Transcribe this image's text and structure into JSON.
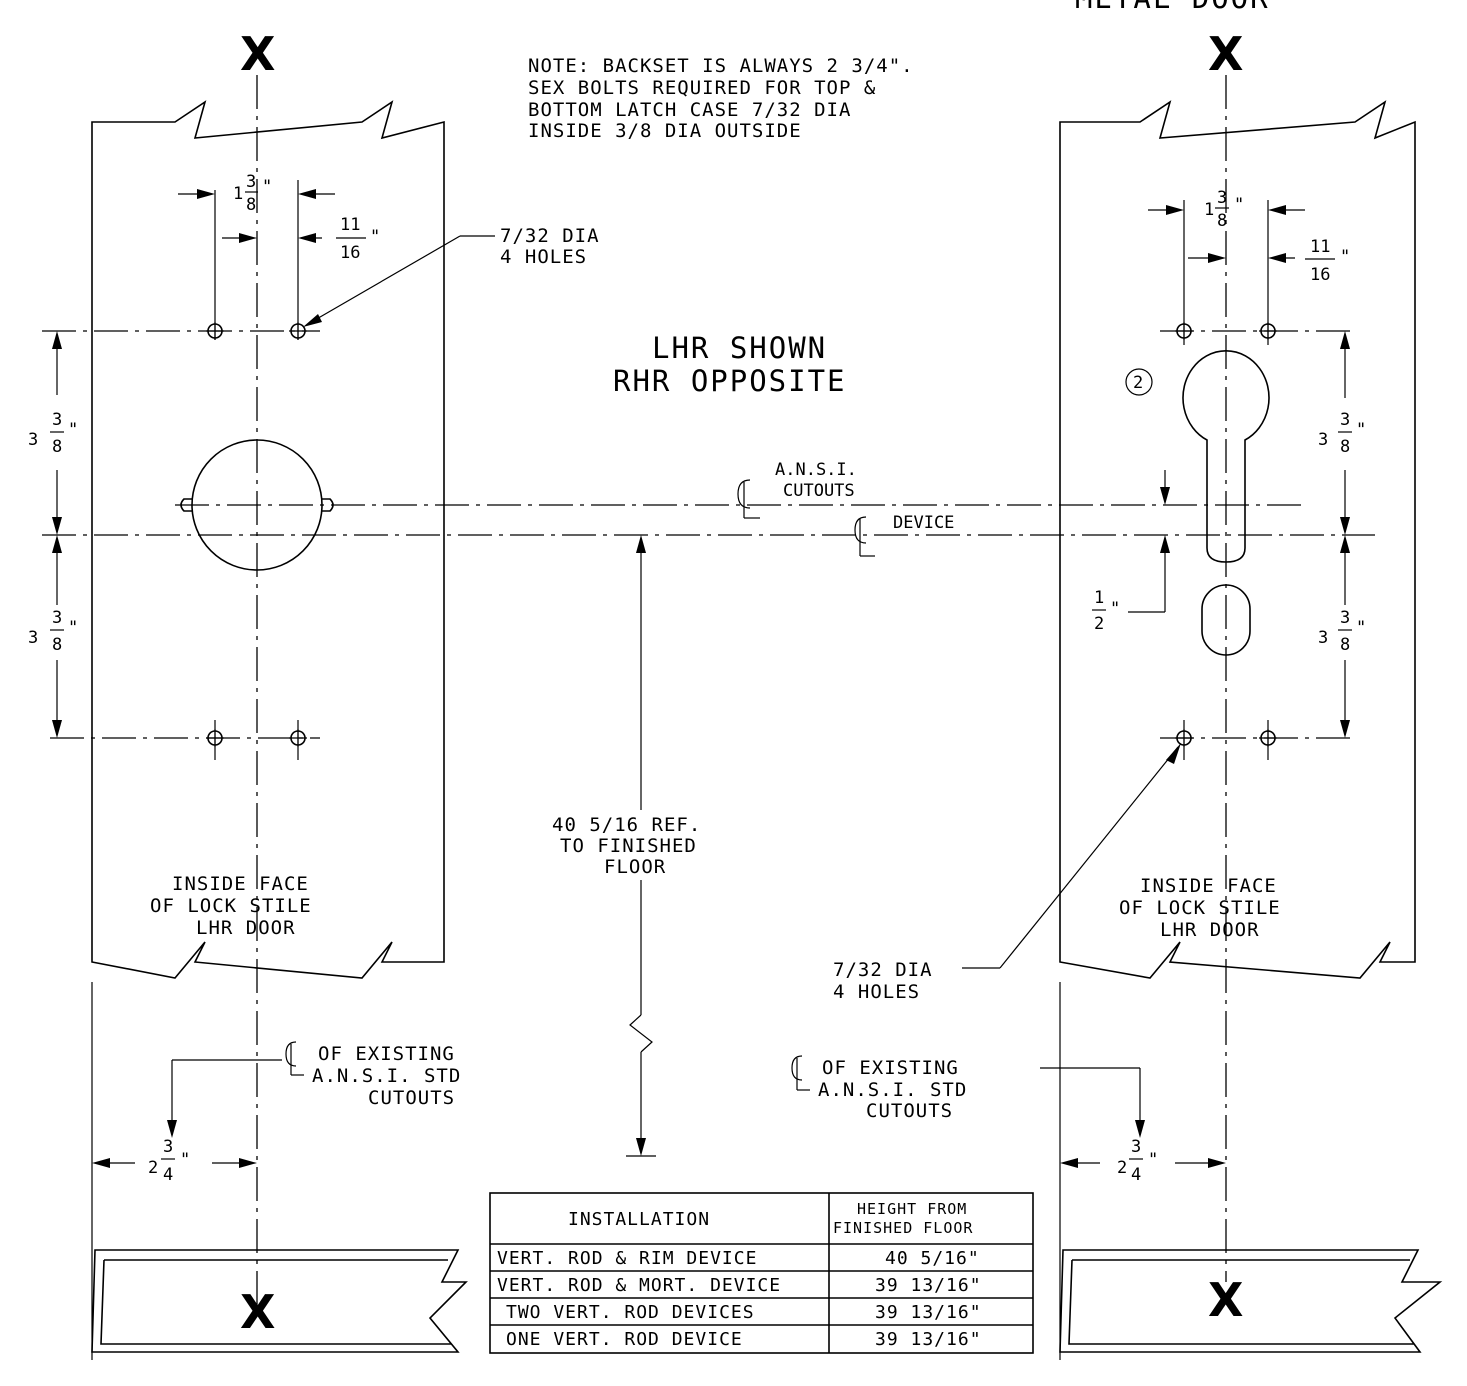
{
  "top_right_title": "METAL DOOR",
  "centerline_markers": {
    "x": "X"
  },
  "note": [
    "NOTE: BACKSET IS ALWAYS 2 3/4\".",
    "SEX BOLTS REQUIRED FOR TOP &",
    "BOTTOM LATCH CASE 7/32 DIA",
    "INSIDE 3/8 DIA OUTSIDE"
  ],
  "view_label": [
    "LHR SHOWN",
    "RHR OPPOSITE"
  ],
  "centerline_labels": {
    "ansi_cutouts": [
      "A.N.S.I.",
      "CUTOUTS"
    ],
    "device": "DEVICE"
  },
  "left_door": {
    "hole_callout": [
      "7/32 DIA",
      "4 HOLES"
    ],
    "dim_1_3_8": {
      "whole": "1",
      "num": "3",
      "den": "8",
      "unit": "\""
    },
    "dim_11_16": {
      "num": "11",
      "den": "16",
      "unit": "\""
    },
    "dim_upper_3_3_8": {
      "whole": "3",
      "num": "3",
      "den": "8",
      "unit": "\""
    },
    "dim_lower_3_3_8": {
      "whole": "3",
      "num": "3",
      "den": "8",
      "unit": "\""
    },
    "face_label": [
      "INSIDE FACE",
      "OF LOCK STILE",
      "LHR DOOR"
    ],
    "existing_cl": [
      "OF EXISTING",
      "A.N.S.I. STD",
      "CUTOUTS"
    ],
    "backset": {
      "whole": "2",
      "num": "3",
      "den": "4",
      "unit": "\""
    }
  },
  "right_door": {
    "hole_callout": [
      "7/32 DIA",
      "4 HOLES"
    ],
    "dim_1_3_8": {
      "whole": "1",
      "num": "3",
      "den": "8",
      "unit": "\""
    },
    "dim_11_16": {
      "num": "11",
      "den": "16",
      "unit": "\""
    },
    "dim_upper_3_3_8": {
      "whole": "3",
      "num": "3",
      "den": "8",
      "unit": "\""
    },
    "dim_lower_3_3_8": {
      "whole": "3",
      "num": "3",
      "den": "8",
      "unit": "\""
    },
    "dim_1_2": {
      "num": "1",
      "den": "2",
      "unit": "\""
    },
    "item_number": "2",
    "face_label": [
      "INSIDE FACE",
      "OF LOCK STILE",
      "LHR DOOR"
    ],
    "existing_cl": [
      "OF EXISTING",
      "A.N.S.I. STD",
      "CUTOUTS"
    ],
    "backset": {
      "whole": "2",
      "num": "3",
      "den": "4",
      "unit": "\""
    }
  },
  "floor_ref": [
    "40 5/16 REF.",
    "TO FINISHED",
    "FLOOR"
  ],
  "height_table": {
    "headers": [
      "INSTALLATION",
      "HEIGHT FROM",
      "FINISHED FLOOR"
    ],
    "rows": [
      {
        "installation": "VERT. ROD & RIM DEVICE",
        "height": "40 5/16\""
      },
      {
        "installation": "VERT. ROD & MORT. DEVICE",
        "height": "39 13/16\""
      },
      {
        "installation": "TWO VERT. ROD DEVICES",
        "height": "39 13/16\""
      },
      {
        "installation": "ONE VERT. ROD DEVICE",
        "height": "39 13/16\""
      }
    ]
  }
}
